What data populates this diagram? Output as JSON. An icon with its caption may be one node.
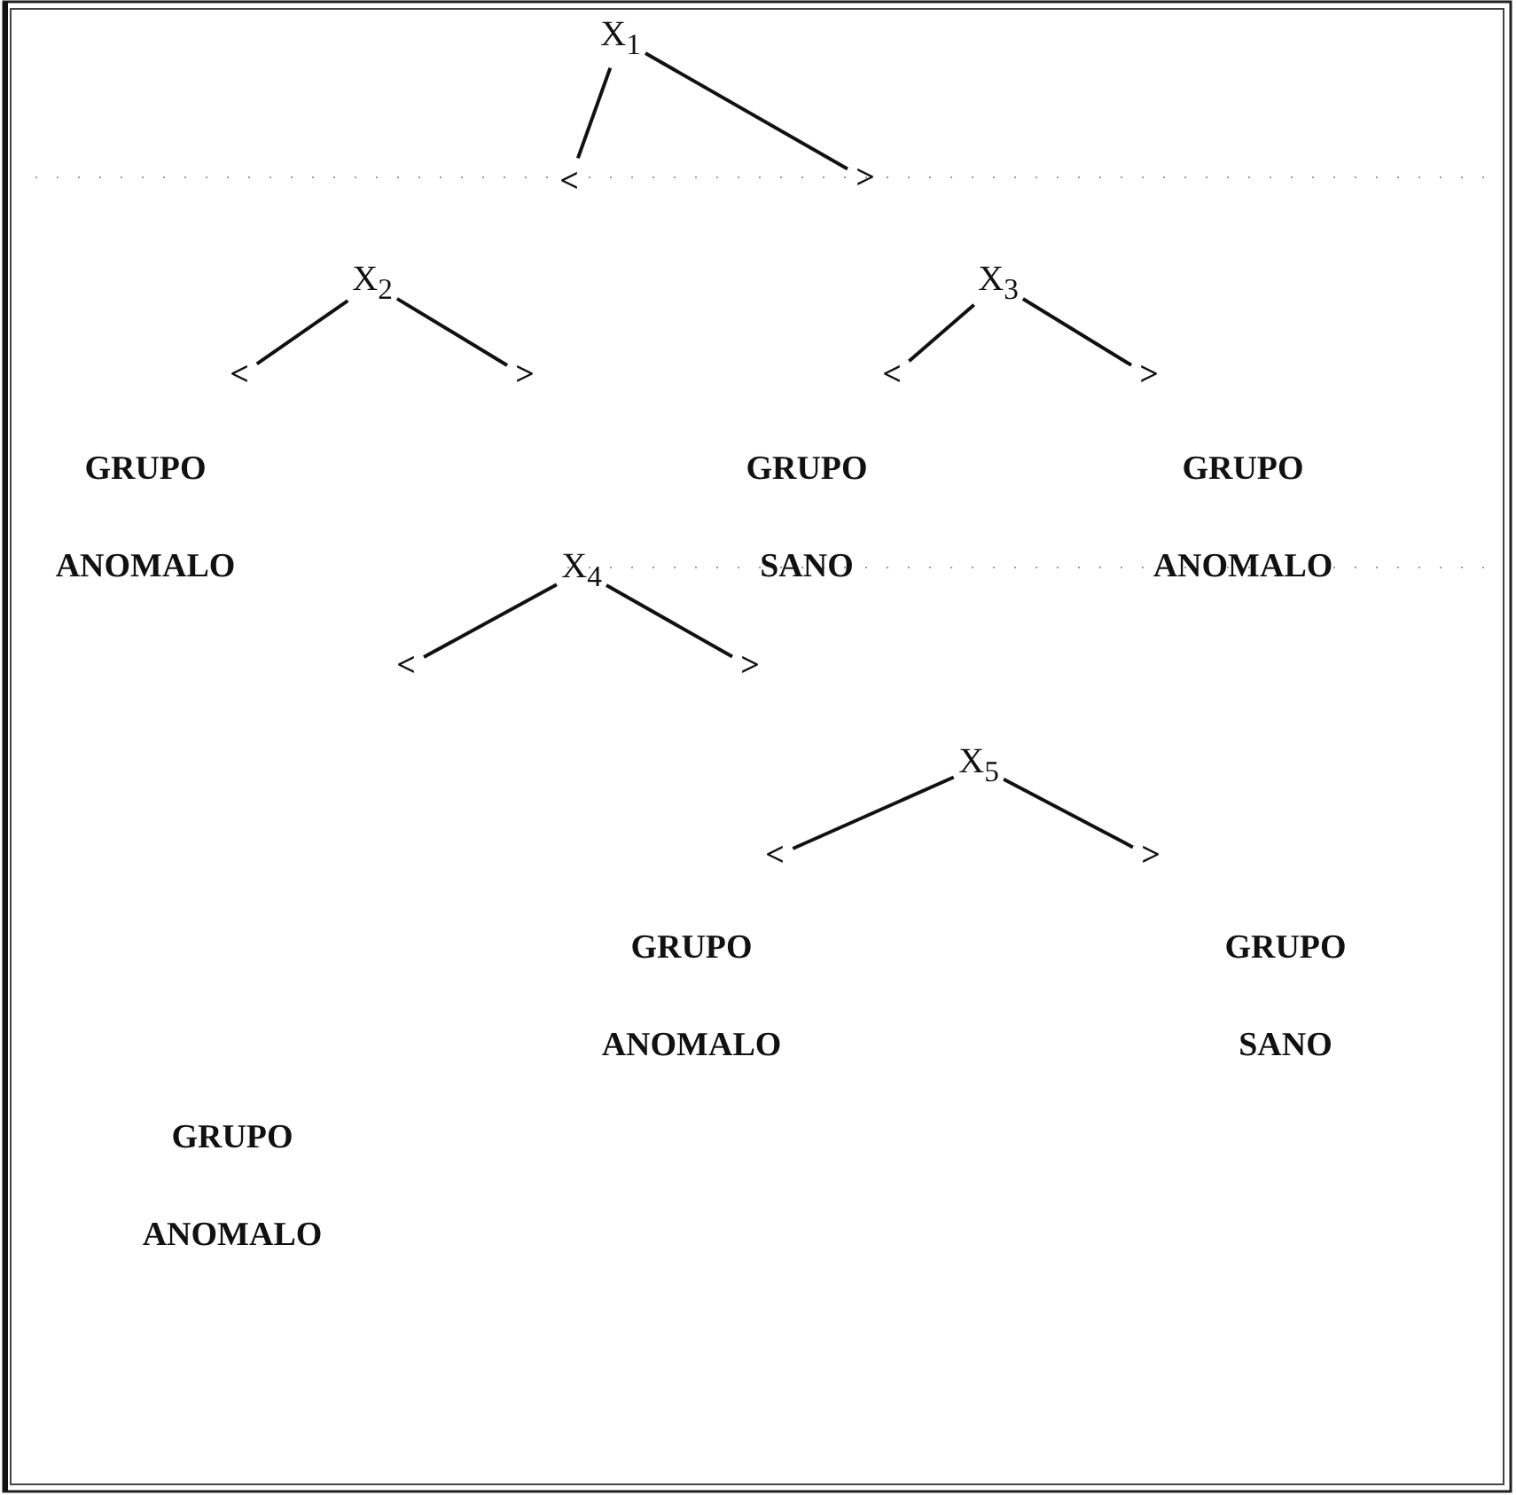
{
  "diagram": {
    "nodes": [
      {
        "text": [
          "X$_{1}$"
        ]
      },
      {
        "text": [
          "<"
        ]
      },
      {
        "text": [
          ">"
        ]
      },
      {
        "text": [
          "X$_{2}$"
        ]
      },
      {
        "text": [
          "X$_{3}$"
        ]
      },
      {
        "text": [
          "<"
        ]
      },
      {
        "text": [
          ">"
        ]
      },
      {
        "text": [
          "<"
        ]
      },
      {
        "text": [
          ">"
        ]
      },
      {
        "text": [
          "GRUPO ANOMALO"
        ]
      },
      {
        "text": [
          "GRUPO SANO"
        ]
      },
      {
        "text": [
          "GRUPO ANOMALO"
        ]
      },
      {
        "text": [
          "X$_{4}$"
        ]
      },
      {
        "text": [
          "<"
        ]
      },
      {
        "text": [
          ">"
        ]
      },
      {
        "text": [
          "X$_{5}$"
        ]
      },
      {
        "text": [
          "<"
        ]
      },
      {
        "text": [
          ">"
        ]
      },
      {
        "text": [
          "GRUPO ANOMALO"
        ]
      },
      {
        "text": [
          "GRUPO SANO"
        ]
      },
      {
        "text": [
          "GRUPO ANOMALO"
        ]
      }
    ],
    "edges": [
      {
        "from": 0,
        "to": 1,
        "arrow": "none"
      },
      {
        "from": 0,
        "to": 2,
        "arrow": "none"
      },
      {
        "from": 3,
        "to": 5,
        "arrow": "none"
      },
      {
        "from": 3,
        "to": 6,
        "arrow": "none"
      },
      {
        "from": 4,
        "to": 7,
        "arrow": "none"
      },
      {
        "from": 4,
        "to": 8,
        "arrow": "none"
      },
      {
        "from": 12,
        "to": 13,
        "arrow": "none"
      },
      {
        "from": 12,
        "to": 14,
        "arrow": "none"
      },
      {
        "from": 15,
        "to": 16,
        "arrow": "none"
      },
      {
        "from": 15,
        "to": 17,
        "arrow": "none"
      }
    ]
  }
}
